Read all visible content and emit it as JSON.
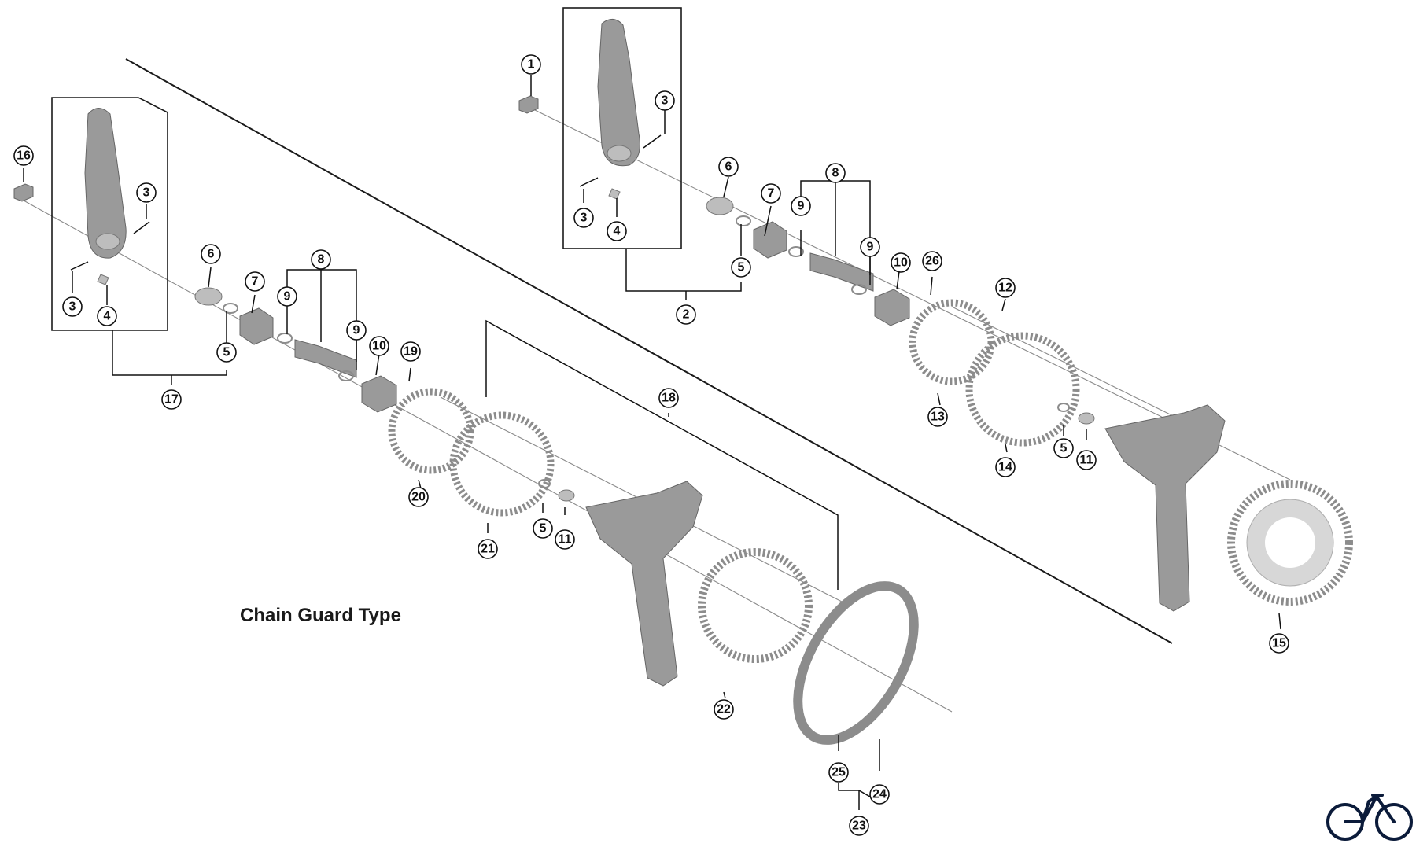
{
  "caption": "Chain Guard Type",
  "logo_icon": "bicycle-icon",
  "colors": {
    "part": "#9a9a9a",
    "line": "#1a1a1a",
    "axis": "#8a8a8a"
  },
  "callouts": {
    "upper": [
      "1",
      "3",
      "3",
      "4",
      "2",
      "6",
      "7",
      "9",
      "8",
      "9",
      "5",
      "10",
      "26",
      "12",
      "13",
      "14",
      "5",
      "11",
      "15"
    ],
    "lower": [
      "16",
      "3",
      "3",
      "4",
      "17",
      "6",
      "7",
      "9",
      "8",
      "9",
      "5",
      "10",
      "19",
      "20",
      "21",
      "18",
      "5",
      "11",
      "22",
      "25",
      "24",
      "23"
    ]
  }
}
